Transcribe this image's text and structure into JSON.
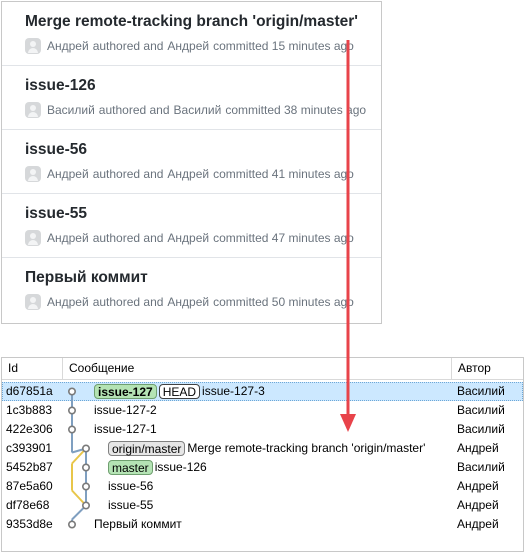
{
  "commits_panel": {
    "items": [
      {
        "title": "Merge remote-tracking branch 'origin/master'",
        "author": "Андрей",
        "authored": "authored and",
        "committer": "Андрей",
        "committed": "committed 15 minutes ago"
      },
      {
        "title": "issue-126",
        "author": "Василий",
        "authored": "authored and",
        "committer": "Василий",
        "committed": "committed 38 minutes ago"
      },
      {
        "title": "issue-56",
        "author": "Андрей",
        "authored": "authored and",
        "committer": "Андрей",
        "committed": "committed 41 minutes ago"
      },
      {
        "title": "issue-55",
        "author": "Андрей",
        "authored": "authored and",
        "committer": "Андрей",
        "committed": "committed 47 minutes ago"
      },
      {
        "title": "Первый коммит",
        "author": "Андрей",
        "authored": "authored and",
        "committer": "Андрей",
        "committed": "committed 50 minutes ago"
      }
    ]
  },
  "history_table": {
    "columns": {
      "id": "Id",
      "message": "Сообщение",
      "author": "Автор"
    },
    "rows": [
      {
        "id": "d67851a",
        "tags": [
          {
            "label": "issue-127",
            "kind": "local-bold"
          },
          {
            "label": "HEAD",
            "kind": "head"
          }
        ],
        "message": "issue-127-3",
        "author": "Василий",
        "selected": true
      },
      {
        "id": "1c3b883",
        "tags": [],
        "message": "issue-127-2",
        "author": "Василий",
        "selected": false
      },
      {
        "id": "422e306",
        "tags": [],
        "message": "issue-127-1",
        "author": "Василий",
        "selected": false
      },
      {
        "id": "c393901",
        "tags": [
          {
            "label": "origin/master",
            "kind": "remote"
          }
        ],
        "message": "Merge remote-tracking branch 'origin/master'",
        "author": "Андрей",
        "selected": false
      },
      {
        "id": "5452b87",
        "tags": [
          {
            "label": "master",
            "kind": "local"
          }
        ],
        "message": "issue-126",
        "author": "Василий",
        "selected": false
      },
      {
        "id": "87e5a60",
        "tags": [],
        "message": "issue-56",
        "author": "Андрей",
        "selected": false
      },
      {
        "id": "df78e68",
        "tags": [],
        "message": "issue-55",
        "author": "Андрей",
        "selected": false
      },
      {
        "id": "9353d8e",
        "tags": [],
        "message": "Первый коммит",
        "author": "Андрей",
        "selected": false
      }
    ]
  },
  "colors": {
    "arrow": "#e8434a",
    "graph_blue": "#7f9fc0",
    "graph_yellow": "#e8c64a",
    "graph_node": "#7a7a7a",
    "selection": "#cce8ff"
  },
  "icons": {
    "avatar": "avatar-icon",
    "graph_node": "commit-node-icon"
  }
}
